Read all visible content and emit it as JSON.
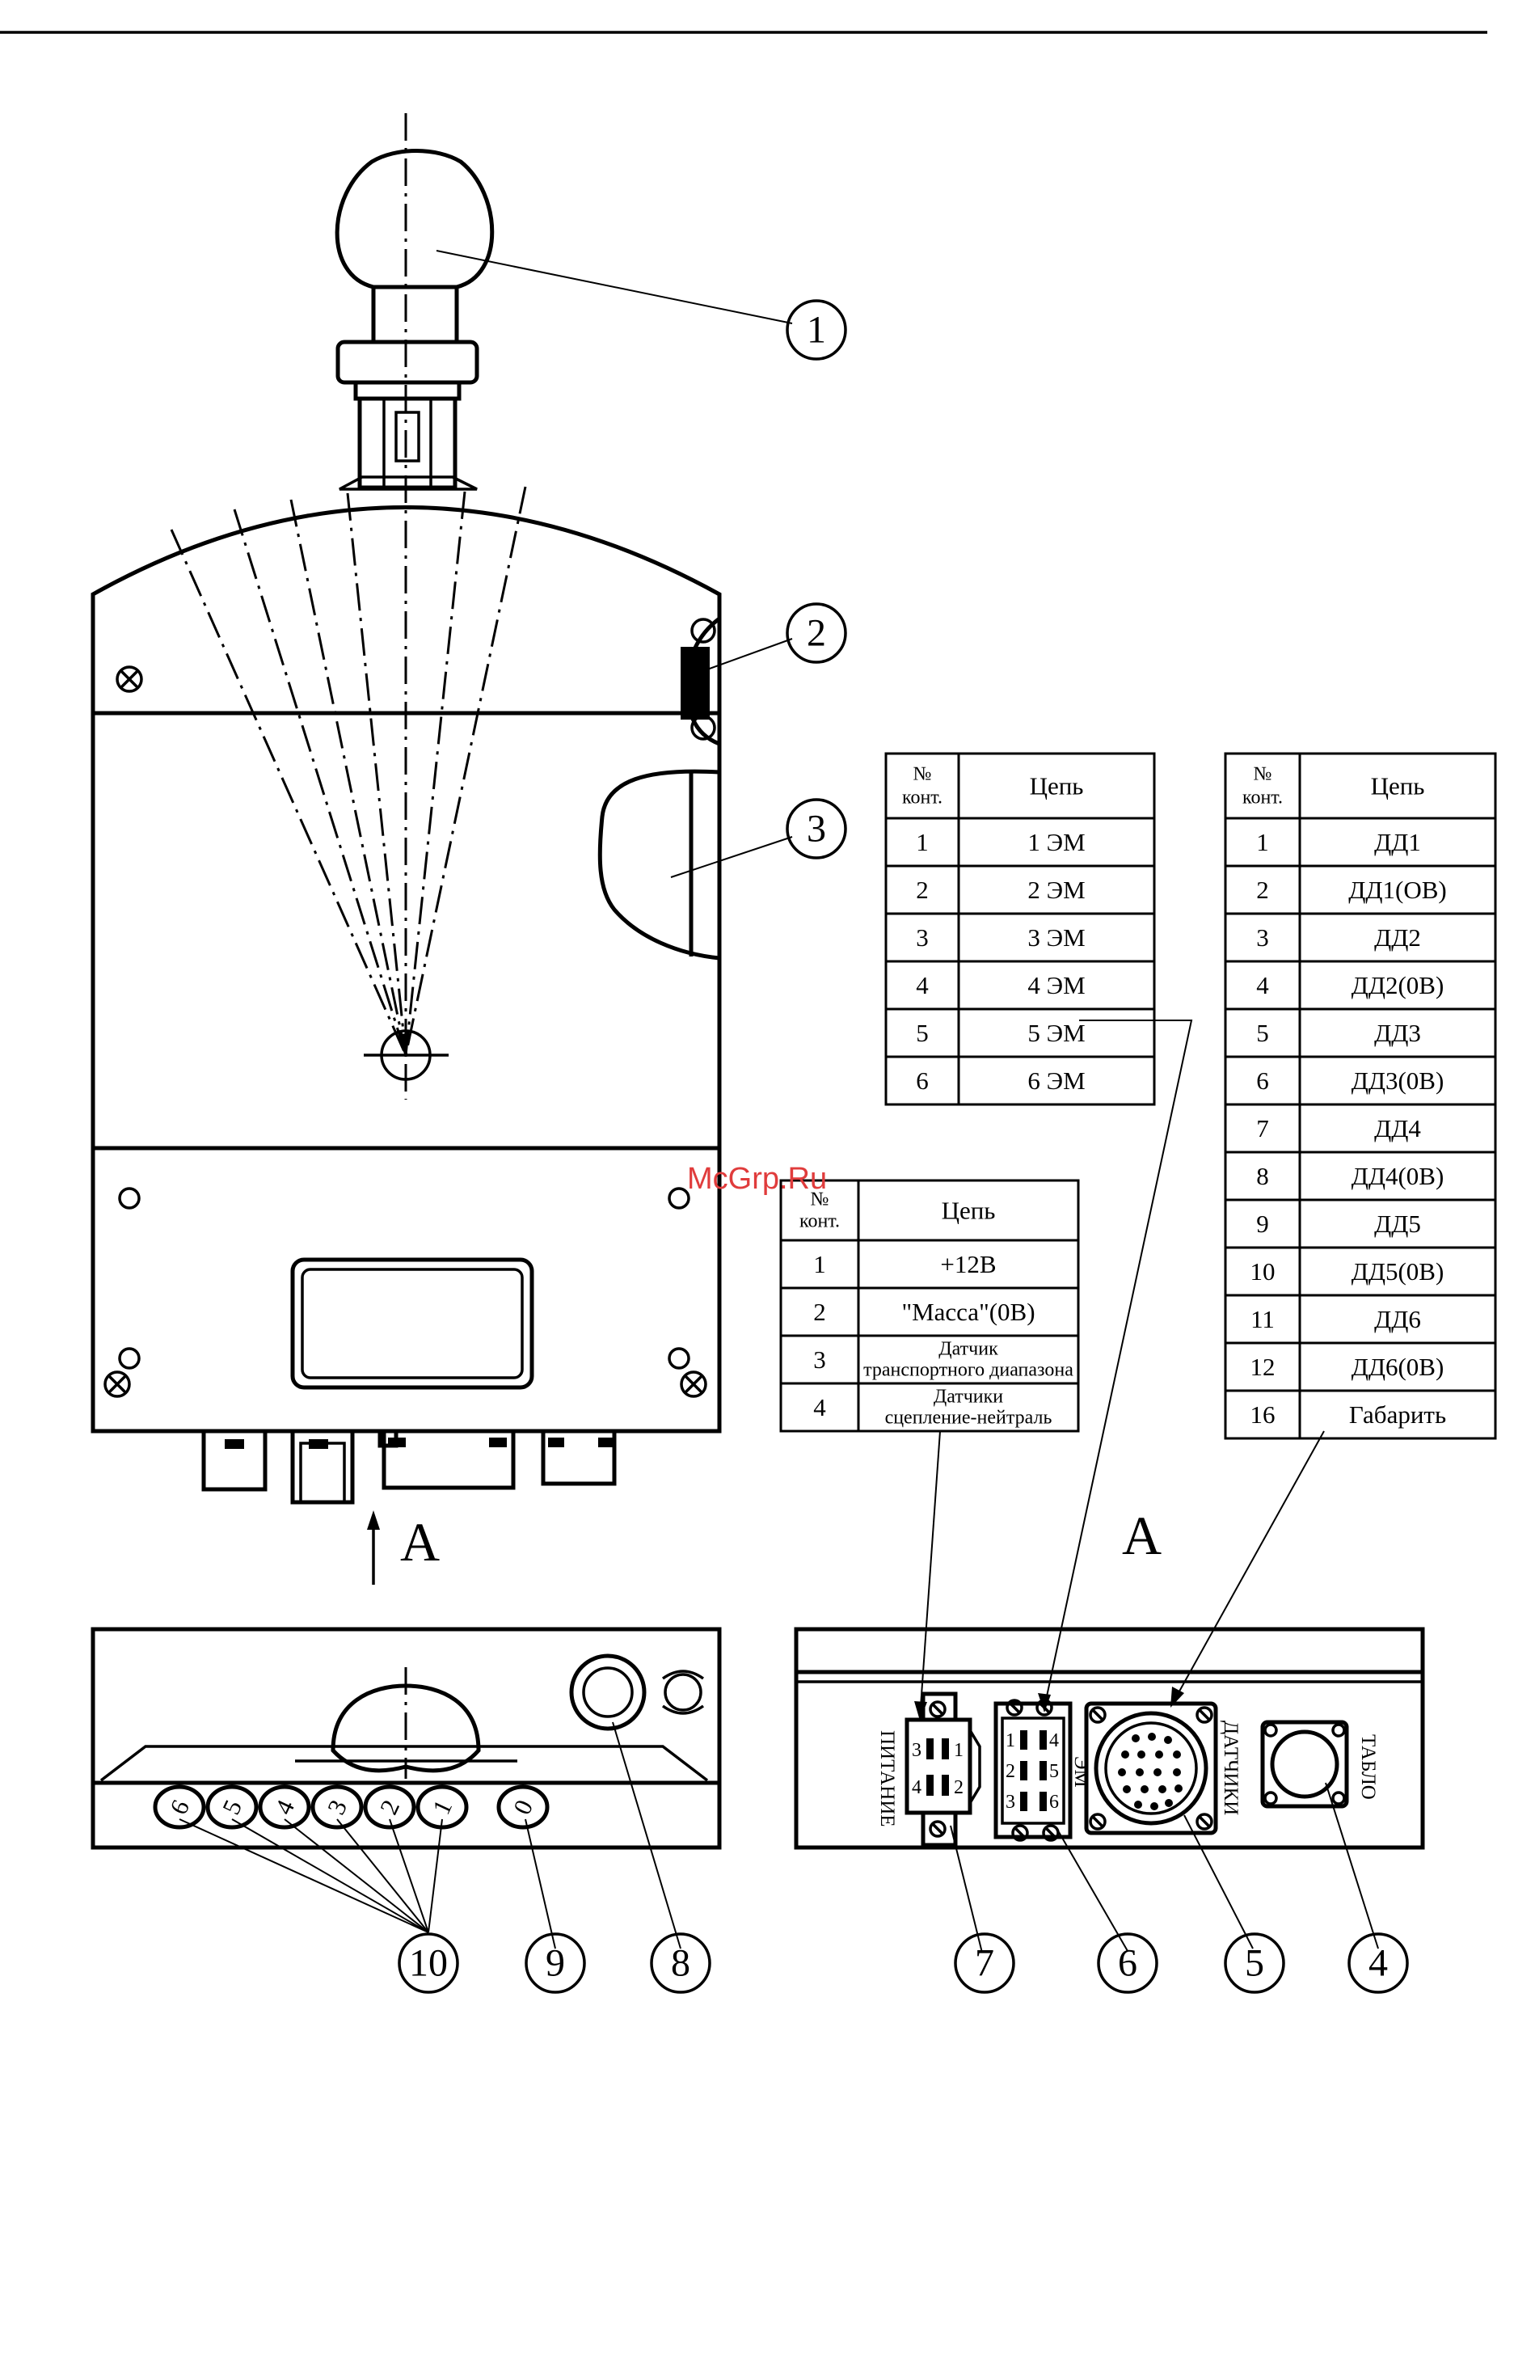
{
  "watermark": "McGrp.Ru",
  "view_label_top": "A",
  "view_label_bottom": "A",
  "callouts": [
    "1",
    "2",
    "3",
    "4",
    "5",
    "6",
    "7",
    "8",
    "9",
    "10"
  ],
  "selector_buttons": [
    "6",
    "5",
    "4",
    "3",
    "2",
    "1",
    "0"
  ],
  "connector_labels": {
    "power": "ПИТАНИЕ",
    "em": "ЭМ",
    "sensors": "ДАТЧИКИ",
    "display": "ТАБЛО"
  },
  "tables": {
    "em": {
      "header": {
        "no_line1": "№",
        "no_line2": "конт.",
        "circuit": "Цепь"
      },
      "rows": [
        [
          "1",
          "1 ЭМ"
        ],
        [
          "2",
          "2 ЭМ"
        ],
        [
          "3",
          "3 ЭМ"
        ],
        [
          "4",
          "4 ЭМ"
        ],
        [
          "5",
          "5 ЭМ"
        ],
        [
          "6",
          "6 ЭМ"
        ]
      ]
    },
    "sensors": {
      "header": {
        "no_line1": "№",
        "no_line2": "конт.",
        "circuit": "Цепь"
      },
      "rows": [
        [
          "1",
          "ДД1"
        ],
        [
          "2",
          "ДД1(ОВ)"
        ],
        [
          "3",
          "ДД2"
        ],
        [
          "4",
          "ДД2(0В)"
        ],
        [
          "5",
          "ДД3"
        ],
        [
          "6",
          "ДД3(0В)"
        ],
        [
          "7",
          "ДД4"
        ],
        [
          "8",
          "ДД4(0В)"
        ],
        [
          "9",
          "ДД5"
        ],
        [
          "10",
          "ДД5(0В)"
        ],
        [
          "11",
          "ДД6"
        ],
        [
          "12",
          "ДД6(0В)"
        ],
        [
          "16",
          "Габарить"
        ]
      ]
    },
    "power": {
      "header": {
        "no_line1": "№",
        "no_line2": "конт.",
        "circuit": "Цепь"
      },
      "rows": [
        {
          "no": "1",
          "circuit": [
            "+12В"
          ]
        },
        {
          "no": "2",
          "circuit": [
            "\"Масса\"(0В)"
          ]
        },
        {
          "no": "3",
          "circuit": [
            "Датчик",
            "транспортного диапазона"
          ]
        },
        {
          "no": "4",
          "circuit": [
            "Датчики",
            "сцепление-нейтраль"
          ]
        }
      ]
    }
  }
}
